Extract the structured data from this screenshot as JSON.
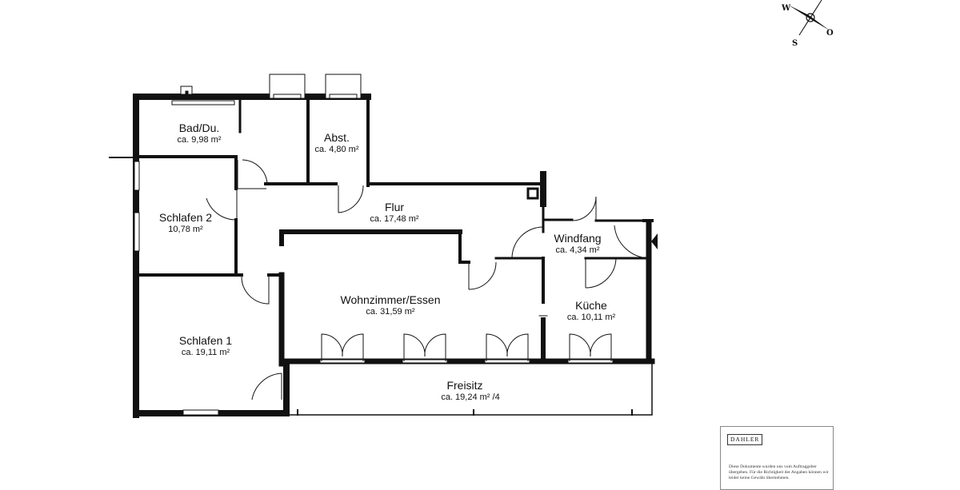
{
  "compass": {
    "north": "W",
    "south": "S",
    "east": "O"
  },
  "rooms": [
    {
      "id": "bad",
      "name": "Bad/Du.",
      "area": "ca. 9,98 m²"
    },
    {
      "id": "abst",
      "name": "Abst.",
      "area": "ca. 4,80 m²"
    },
    {
      "id": "schlafen2",
      "name": "Schlafen 2",
      "area": "10,78 m²"
    },
    {
      "id": "flur",
      "name": "Flur",
      "area": "ca. 17,48 m²"
    },
    {
      "id": "windfang",
      "name": "Windfang",
      "area": "ca. 4,34 m²"
    },
    {
      "id": "wohnzimmer",
      "name": "Wohnzimmer/Essen",
      "area": "ca. 31,59 m²"
    },
    {
      "id": "kueche",
      "name": "Küche",
      "area": "ca. 10,11 m²"
    },
    {
      "id": "schlafen1",
      "name": "Schlafen 1",
      "area": "ca. 19,11 m²"
    },
    {
      "id": "freisitz",
      "name": "Freisitz",
      "area": "ca. 19,24 m² /4"
    }
  ],
  "legend": {
    "brand": "DAHLER",
    "disclaimer": "Diese Dokumente wurden uns vom Auftraggeber übergeben. Für die Richtigkeit der Angaben können wir leider keine Gewähr übernehmen."
  }
}
